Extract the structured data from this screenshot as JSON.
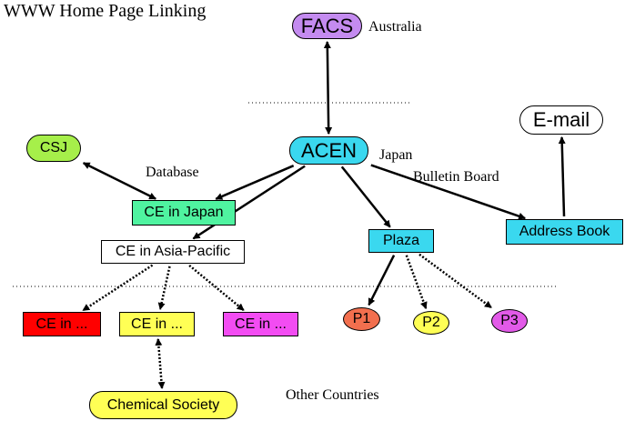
{
  "title": "WWW Home Page Linking",
  "colors": {
    "facs": "#c48bf0",
    "acen": "#3ad8ef",
    "csj": "#a6ef4a",
    "ce_japan": "#4ff3a0",
    "ce_asia_pacific": "#ffffff",
    "plaza": "#3ad8ef",
    "address_book": "#3ad8ef",
    "email": "#ffffff",
    "ce_red": "#ff0000",
    "ce_yellow": "#ffff55",
    "ce_magenta": "#f24cf2",
    "p1": "#f26f4e",
    "p2": "#ffff55",
    "p3": "#e25ae8",
    "chemical_society": "#ffff55"
  },
  "nodes": {
    "facs": "FACS",
    "acen": "ACEN",
    "csj": "CSJ",
    "ce_japan": "CE in Japan",
    "ce_asia_pacific": "CE in Asia-Pacific",
    "plaza": "Plaza",
    "address_book": "Address Book",
    "email": "E-mail",
    "ce_country_1": "CE in ...",
    "ce_country_2": "CE in ...",
    "ce_country_3": "CE in ...",
    "p1": "P1",
    "p2": "P2",
    "p3": "P3",
    "chemical_society": "Chemical Society"
  },
  "labels": {
    "australia": "Australia",
    "japan": "Japan",
    "database": "Database",
    "bulletin_board": "Bulletin Board",
    "other_countries": "Other Countries"
  },
  "edges": [
    {
      "from": "facs",
      "to": "acen",
      "style": "solid",
      "direction": "both"
    },
    {
      "from": "csj",
      "to": "ce_japan",
      "style": "solid",
      "direction": "both"
    },
    {
      "from": "acen",
      "to": "ce_japan",
      "style": "solid",
      "direction": "forward"
    },
    {
      "from": "acen",
      "to": "ce_asia_pacific",
      "style": "solid",
      "direction": "forward"
    },
    {
      "from": "acen",
      "to": "plaza",
      "style": "solid",
      "direction": "forward"
    },
    {
      "from": "acen",
      "to": "address_book",
      "style": "solid",
      "direction": "forward"
    },
    {
      "from": "address_book",
      "to": "email",
      "style": "solid",
      "direction": "forward"
    },
    {
      "from": "ce_asia_pacific",
      "to": "ce_country_1",
      "style": "dotted",
      "direction": "forward"
    },
    {
      "from": "ce_asia_pacific",
      "to": "ce_country_2",
      "style": "dotted",
      "direction": "forward"
    },
    {
      "from": "ce_asia_pacific",
      "to": "ce_country_3",
      "style": "dotted",
      "direction": "forward"
    },
    {
      "from": "plaza",
      "to": "p1",
      "style": "solid",
      "direction": "forward"
    },
    {
      "from": "plaza",
      "to": "p2",
      "style": "dotted",
      "direction": "forward"
    },
    {
      "from": "plaza",
      "to": "p3",
      "style": "dotted",
      "direction": "forward"
    },
    {
      "from": "ce_country_2",
      "to": "chemical_society",
      "style": "dotted",
      "direction": "both"
    }
  ]
}
